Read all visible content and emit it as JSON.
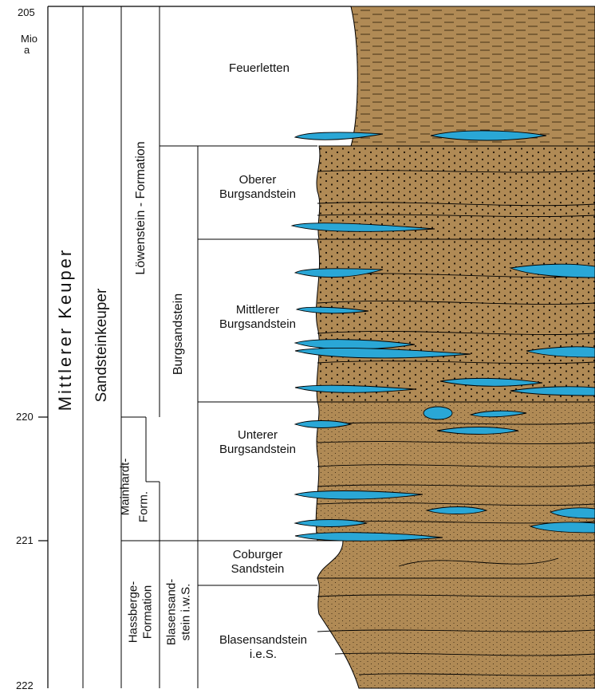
{
  "time_axis": {
    "unit_label": [
      "Mio",
      "a"
    ],
    "ticks": [
      "205",
      "220",
      "221",
      "222"
    ]
  },
  "columns": {
    "series": "Mittlerer Keuper",
    "subgroup": "Sandsteinkeuper",
    "formations": {
      "loewenstein": "Löwenstein - Formation",
      "mainhardt": [
        "Mainhardt-",
        "Form."
      ],
      "hassberge": [
        "Hassberge-",
        "Formation"
      ]
    },
    "members": {
      "burgsandstein": "Burgsandstein",
      "blasensandstein_wS": [
        "Blasensand-",
        "stein i.w.S."
      ]
    },
    "units": {
      "feuerletten": "Feuerletten",
      "oberer": [
        "Oberer",
        "Burgsandstein"
      ],
      "mittlerer": [
        "Mittlerer",
        "Burgsandstein"
      ],
      "unterer": [
        "Unterer",
        "Burgsandstein"
      ],
      "coburger": [
        "Coburger",
        "Sandstein"
      ],
      "blasensandstein_eS": [
        "Blasensandstein",
        "i.e.S."
      ]
    }
  },
  "colors": {
    "sandstone": "#b08a55",
    "claystone": "#b08a55",
    "carbonate": "#2aa7d6",
    "line": "#000000"
  }
}
